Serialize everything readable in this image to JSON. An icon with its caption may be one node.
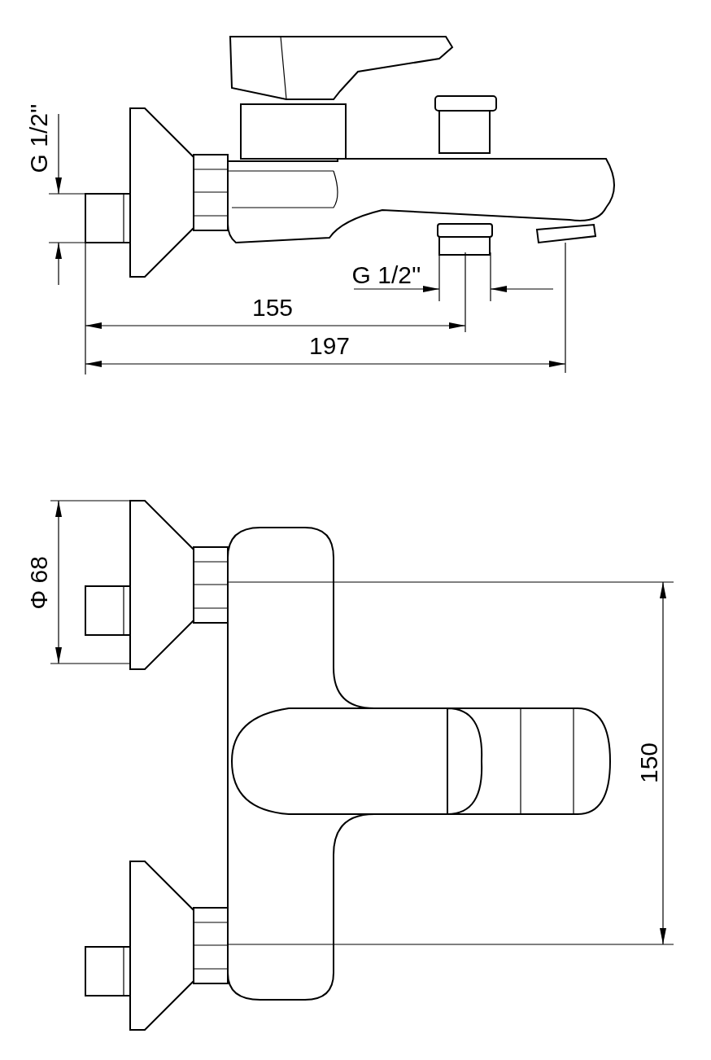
{
  "diagram": {
    "labels": [
      "G 1/2''",
      "G 1/2''",
      "155",
      "197",
      "Φ 68",
      "150"
    ]
  }
}
